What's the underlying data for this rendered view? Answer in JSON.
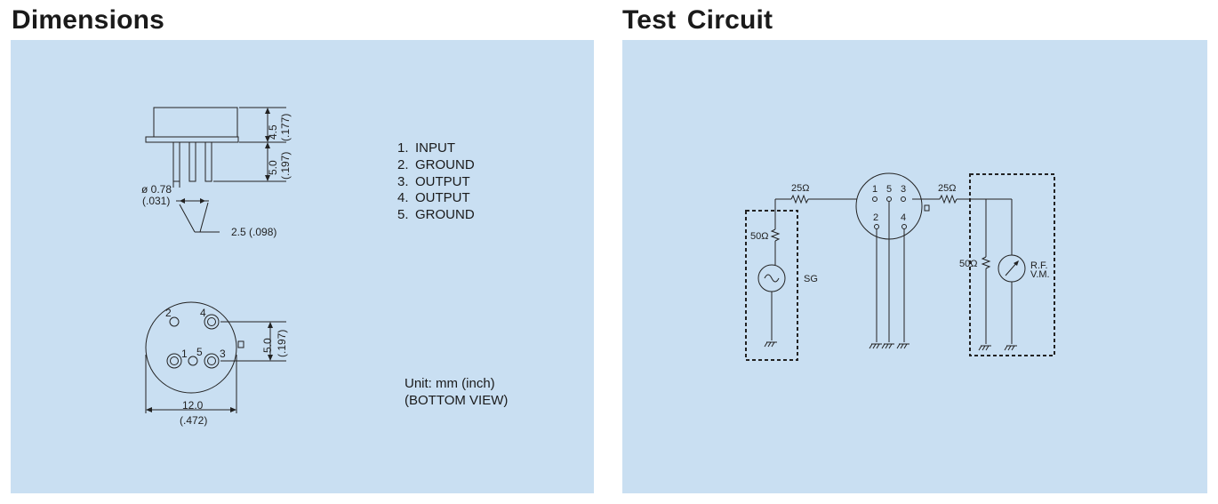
{
  "left": {
    "title": "Dimensions",
    "pins": [
      {
        "num": "1.",
        "label": "INPUT"
      },
      {
        "num": "2.",
        "label": "GROUND"
      },
      {
        "num": "3.",
        "label": "OUTPUT"
      },
      {
        "num": "4.",
        "label": "OUTPUT"
      },
      {
        "num": "5.",
        "label": "GROUND"
      }
    ],
    "dims": {
      "height_mm": "4.5",
      "height_in": "(.177)",
      "pinlen_mm": "5.0",
      "pinlen_in": "(.197)",
      "pindia_mm": "ø 0.78",
      "pindia_in": "(.031)",
      "pitch": "2.5 (.098)",
      "pinspace_mm": "5.0",
      "pinspace_in": "(.197)",
      "diam_mm": "12.0",
      "diam_in": "(.472)"
    },
    "bottom_pins": [
      "2",
      "4",
      "1",
      "5",
      "3"
    ],
    "unit_line1": "Unit: mm (inch)",
    "unit_line2": "(BOTTOM VIEW)"
  },
  "right": {
    "title": "Test Circuit",
    "r_in": "25Ω",
    "r_out": "25Ω",
    "r_src": "50Ω",
    "r_load": "50Ω",
    "sg": "SG",
    "vm1": "R.F.",
    "vm2": "V.M.",
    "pins": [
      "1",
      "5",
      "3",
      "2",
      "4"
    ]
  }
}
